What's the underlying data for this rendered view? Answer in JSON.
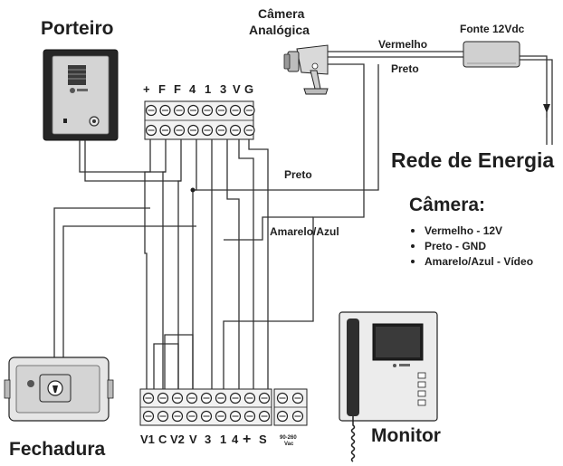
{
  "labels": {
    "porteiro": "Porteiro",
    "camera_title_line1": "Câmera",
    "camera_title_line2": "Analógica",
    "fonte": "Fonte 12Vdc",
    "wire_vermelho": "Vermelho",
    "wire_preto_top": "Preto",
    "rede": "Rede de Energia",
    "wire_preto_mid": "Preto",
    "wire_amarelo": "Amarelo/Azul",
    "fechadura": "Fechadura",
    "monitor": "Monitor"
  },
  "camera_legend": {
    "title": "Câmera:",
    "items": [
      "Vermelho - 12V",
      "Preto - GND",
      "Amarelo/Azul - Vídeo"
    ]
  },
  "top_terminal": {
    "labels": [
      "+",
      "F",
      "F",
      "4",
      "1",
      "3",
      "V",
      "G"
    ]
  },
  "bottom_terminal": {
    "labels": [
      "V1",
      "C",
      "V2",
      "V",
      "3",
      "1",
      "4",
      "+",
      "S"
    ],
    "power_label_line1": "90-260",
    "power_label_line2": "Vac"
  },
  "colors": {
    "line": "#333333",
    "text": "#1f1f1f",
    "device_gray": "#cfcfcf"
  }
}
